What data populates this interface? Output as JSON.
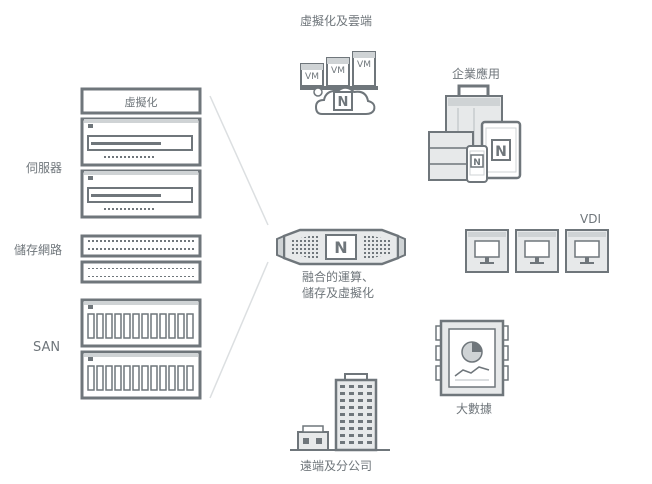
{
  "labels": {
    "virt_cloud": "虛擬化及雲端",
    "enterprise_apps": "企業應用",
    "vdi": "VDI",
    "big_data": "大數據",
    "remote_branch": "遠端及分公司",
    "servers": "伺服器",
    "storage_network": "儲存網路",
    "san": "SAN",
    "virtualization_box": "虛擬化",
    "center_line1": "融合的運算、",
    "center_line2": "儲存及虛擬化"
  },
  "vm_labels": [
    "VM",
    "VM",
    "VM"
  ],
  "logo_letter": "N",
  "colors": {
    "stroke": "#6f767b",
    "fill_light": "#e7e9ea",
    "fill_mid": "#cfd3d5",
    "connector": "#dcdfe1"
  }
}
